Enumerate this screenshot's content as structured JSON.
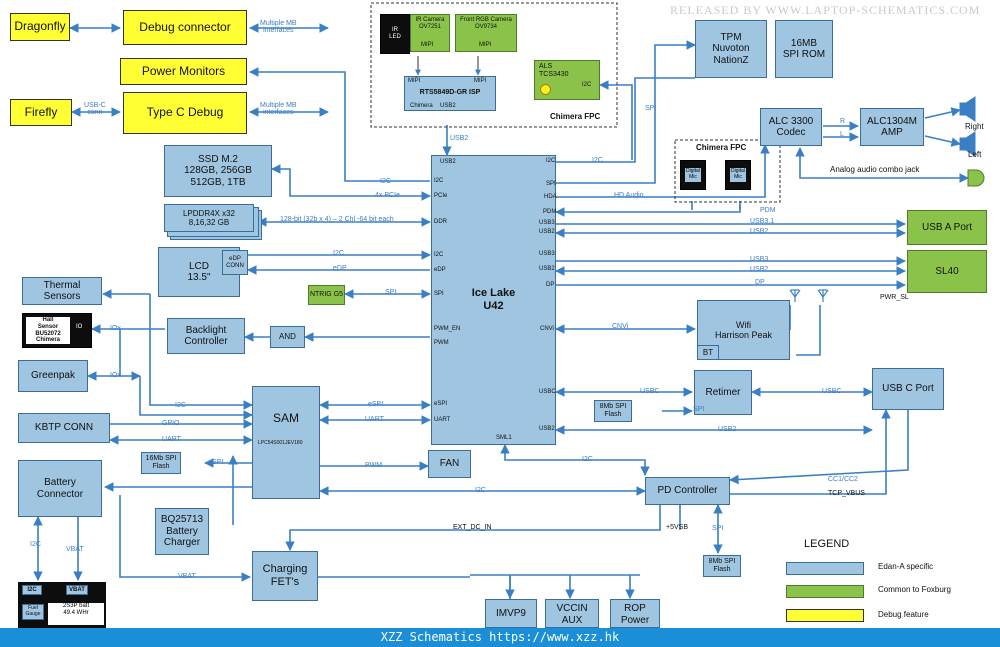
{
  "watermark": "RELEASED BY WWW.LAPTOP-SCHEMATICS.COM",
  "footer": "XZZ Schematics https://www.xzz.hk",
  "colors": {
    "edan": "#9fc5e0",
    "foxburg": "#8bc34a",
    "debug": "#ffff33",
    "line": "#3a7fc4"
  },
  "blocks": {
    "dragonfly": "Dragonfly",
    "debug_connector": "Debug connector",
    "power_monitors": "Power Monitors",
    "firefly": "Firefly",
    "typec_debug": "Type C Debug",
    "ir_camera": "IR Camera\nOV7251",
    "ir_led": "IR\nLED",
    "front_camera": "Front RGB Camera\nOV9734",
    "isp": "RTS5849D-GR ISP",
    "als": "ALS\nTCS3430",
    "chimera_fpc_cam": "Chimera FPC",
    "tpm": "TPM\nNuvoton\nNationZ",
    "spi_rom": "16MB\nSPI ROM",
    "codec": "ALC 3300\nCodec",
    "amp": "ALC1304M\nAMP",
    "right": "Right",
    "left": "Left",
    "ssd": "SSD M.2\n128GB, 256GB\n512GB, 1TB",
    "lpddr": "LPDDR4X x32\n8,16,32 GB",
    "chimera_fpc_mic": "Chimera FPC",
    "digital_mic_1": "Digital\nMic",
    "digital_mic_2": "Digital\nMic",
    "analog_jack": "Analog audio combo jack",
    "usb_a_port": "USB A Port",
    "lcd": "LCD\n13.5\"",
    "edp_conn": "eDP\nCONN",
    "ntrig": "NTRIG G5",
    "ice_lake": "Ice Lake\nU42",
    "sl40": "SL40",
    "pwr_sl": "PWR_SL",
    "thermal": "Thermal\nSensors",
    "hall": "Hall\nSensor\nBU52072\nChimera",
    "backlight": "Backlight\nController",
    "and_gate": "AND",
    "wifi": "Wifi\nHarrison Peak",
    "bt": "BT",
    "greenpak": "Greenpak",
    "sam": "SAM",
    "sam_part": "LPC54S001JEV180",
    "retimer": "Retimer",
    "usbc_port": "USB C Port",
    "spi_flash_8mb_retimer": "8Mb SPI\nFlash",
    "kbtp": "KBTP CONN",
    "spi_flash_16mb": "16Mb SPI\nFlash",
    "fan": "FAN",
    "battery_connector": "Battery\nConnector",
    "pd_controller": "PD Controller",
    "bq": "BQ25713\nBattery\nCharger",
    "charging_fets": "Charging\nFET's",
    "spi_flash_8mb_pd": "8Mb SPI\nFlash",
    "imvp9": "IMVP9",
    "vccin_aux": "VCCIN\nAUX",
    "rop_power": "ROP\nPower",
    "batt_i2c": "I2C",
    "batt_vbat": "VBAT",
    "fuel_gauge": "Fuel\nGauge",
    "batt_label": "2S3P batt\n49.4 WHr"
  },
  "pins": {
    "ir_mipi": "MIPI",
    "rgb_mipi": "MIPI",
    "isp_mipi_1": "MIPI",
    "isp_mipi_2": "MIPI",
    "isp_chimera": "Chimera",
    "isp_usb2": "USB2",
    "als_i2c": "I2C",
    "ir_io": "IO",
    "cpu_usb2_top": "USB2",
    "cpu_i2c_a": "I2C",
    "cpu_spi_top": "SPI",
    "cpu_hda": "HDA",
    "cpu_pdm": "PDM",
    "cpu_usb3_1": "USB3",
    "cpu_usb2_1": "USB2",
    "cpu_usb3_2": "USB3",
    "cpu_usb2_2": "USB2",
    "cpu_dp": "DP",
    "cpu_cnvi": "CNVi",
    "cpu_usbc": "USBC",
    "cpu_usb2_3": "USB2",
    "cpu_sml1": "SML1",
    "cpu_i2c_b": "I2C",
    "cpu_pcie": "PCIe",
    "cpu_ddr": "DDR",
    "cpu_i2c_c": "I2C",
    "cpu_edp": "eDP",
    "cpu_spi_b": "SPI",
    "cpu_pwm_en": "PWM_EN",
    "cpu_pwm": "PWM",
    "cpu_espi": "eSPI",
    "cpu_uart": "UART"
  },
  "signals": {
    "multiple_mb_1": "Multiple MB\ninterfaces",
    "usbc_conn": "USB-C\nconn",
    "multiple_mb_2": "Multiple MB\ninterfaces",
    "usb2_isp": "USB2",
    "i2c_pm": "I2C",
    "pcie_4x": "4x PCIe",
    "ddr_bus": "128-bit (32b x 4) – 2 Chl -64 bit each",
    "i2c_lcd": "I2C",
    "edp": "eDP",
    "spi_ntrig": "SPI",
    "i2c_tpm": "I2C",
    "spi_tpm": "SPI",
    "hd_audio": "HD Audio",
    "pdm": "PDM",
    "usb31": "USB3.1",
    "usb2_a": "USB2",
    "usb3_sl": "USB3",
    "usb2_sl": "USB2",
    "dp_sl": "DP",
    "cnvi": "CNVi",
    "r": "R",
    "l": "L",
    "io_hall": "IOx",
    "io_greenpak": "IOx",
    "i2c_thermal": "I2C",
    "gpio": "GPIO",
    "uart_kbtp": "UART",
    "espi": "eSPI",
    "uart": "UART",
    "spi_sam": "SPI",
    "pwm_fan": "PWM",
    "usbc": "USBC",
    "spi_retimer": "SPI",
    "usbc_port": "USBC",
    "usb2_c": "USB2",
    "i2c_pd": "I2C",
    "i2c_batt": "I2C",
    "cc": "CC1/CC2",
    "tcp_vbus": "TCP_VBUS",
    "ext_dc_in": "EXT_DC_IN",
    "plus5vsb": "+5VSB",
    "spi_pd": "SPI",
    "i2c_batt_v": "I2C",
    "vbat_v": "VBAT",
    "vbat_fets": "VBAT"
  },
  "legend": {
    "title": "LEGEND",
    "items": [
      {
        "label": "Edan-A specific",
        "color": "#9fc5e0"
      },
      {
        "label": "Common to Foxburg",
        "color": "#8bc34a"
      },
      {
        "label": "Debug feature",
        "color": "#ffff33"
      }
    ]
  }
}
